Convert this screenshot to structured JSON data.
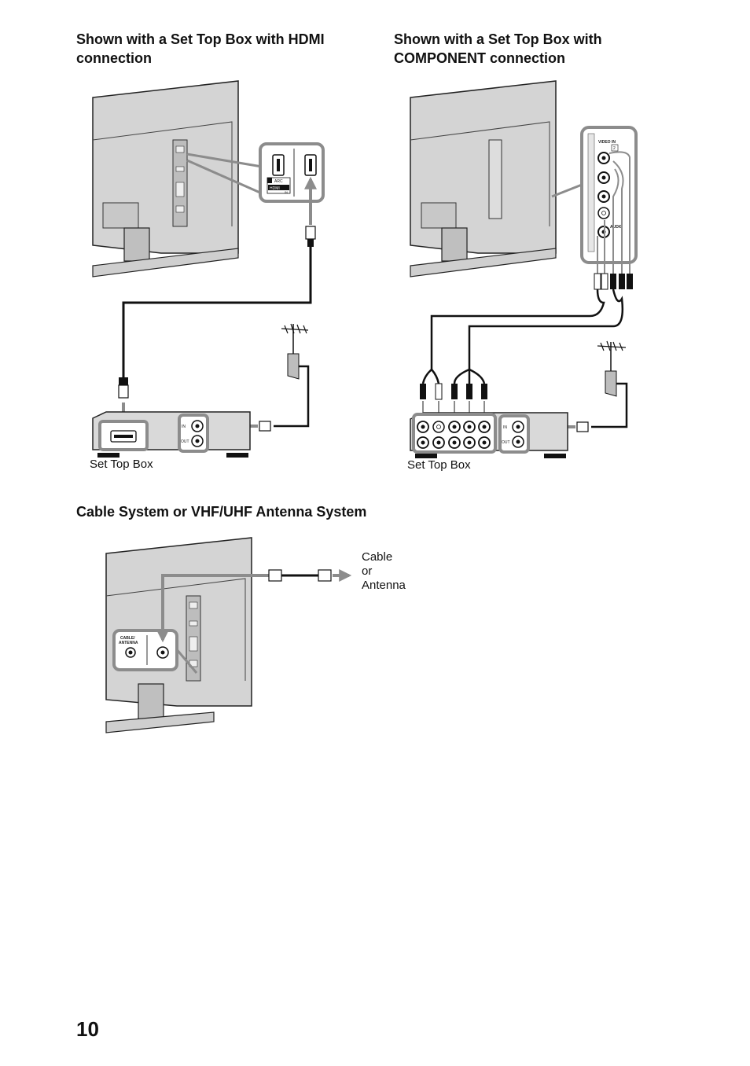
{
  "sections": {
    "hdmi": {
      "heading_line1": "Shown with a Set Top Box with HDMI",
      "heading_line2": "connection",
      "tv_port_labels": {
        "arc": "ARC",
        "hdmi": "HDMI",
        "in": "IN"
      },
      "stb_port_labels": {
        "in": "IN",
        "out": "OUT"
      },
      "device_caption": "Set Top Box"
    },
    "component": {
      "heading_line1": "Shown with a Set Top Box with",
      "heading_line2": "COMPONENT connection",
      "tv_panel_label": "VIDEO IN",
      "tv_panel_number": "2",
      "tv_audio_label": "AUDIO",
      "stb_port_labels": {
        "in": "IN",
        "out": "OUT"
      },
      "device_caption": "Set Top Box"
    },
    "cable": {
      "heading": "Cable System or VHF/UHF Antenna System",
      "port_label_line1": "CABLE/",
      "port_label_line2": "ANTENNA",
      "source_line1": "Cable",
      "source_line2": "or",
      "source_line3": "Antenna"
    }
  },
  "page_number": "10"
}
